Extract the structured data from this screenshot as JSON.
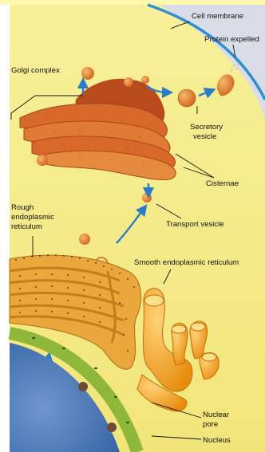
{
  "labels": {
    "cell_membrane": "Cell membrane",
    "protein_expelled": "Protein expelled",
    "golgi_complex": "Golgi complex",
    "secretory_vesicle_1": "Secretory",
    "secretory_vesicle_2": "vesicle",
    "cisternae": "Cisternae",
    "transport_vesicle": "Transport vesicle",
    "rough_er_1": "Rough",
    "rough_er_2": "endoplasmic",
    "rough_er_3": "reticulum",
    "smooth_er": "Smooth endoplasmic reticulum",
    "nuclear_pore_1": "Nuclear",
    "nuclear_pore_2": "pore",
    "nucleus": "Nucleus"
  },
  "colors": {
    "cytoplasm": "#f5ec86",
    "extracellular": "#d7dbe6",
    "membrane": "#2f8fd0",
    "golgi": "#d9692b",
    "golgi_light": "#f0a24a",
    "vesicle": "#e5802f",
    "smooth_er": "#f2a31e",
    "rough_er": "#e8a03a",
    "nucleus": "#3c6fb3",
    "nuclear_envelope": "#8fb83a",
    "arrow": "#2a7dc4",
    "top_strip": "#ffee00"
  }
}
